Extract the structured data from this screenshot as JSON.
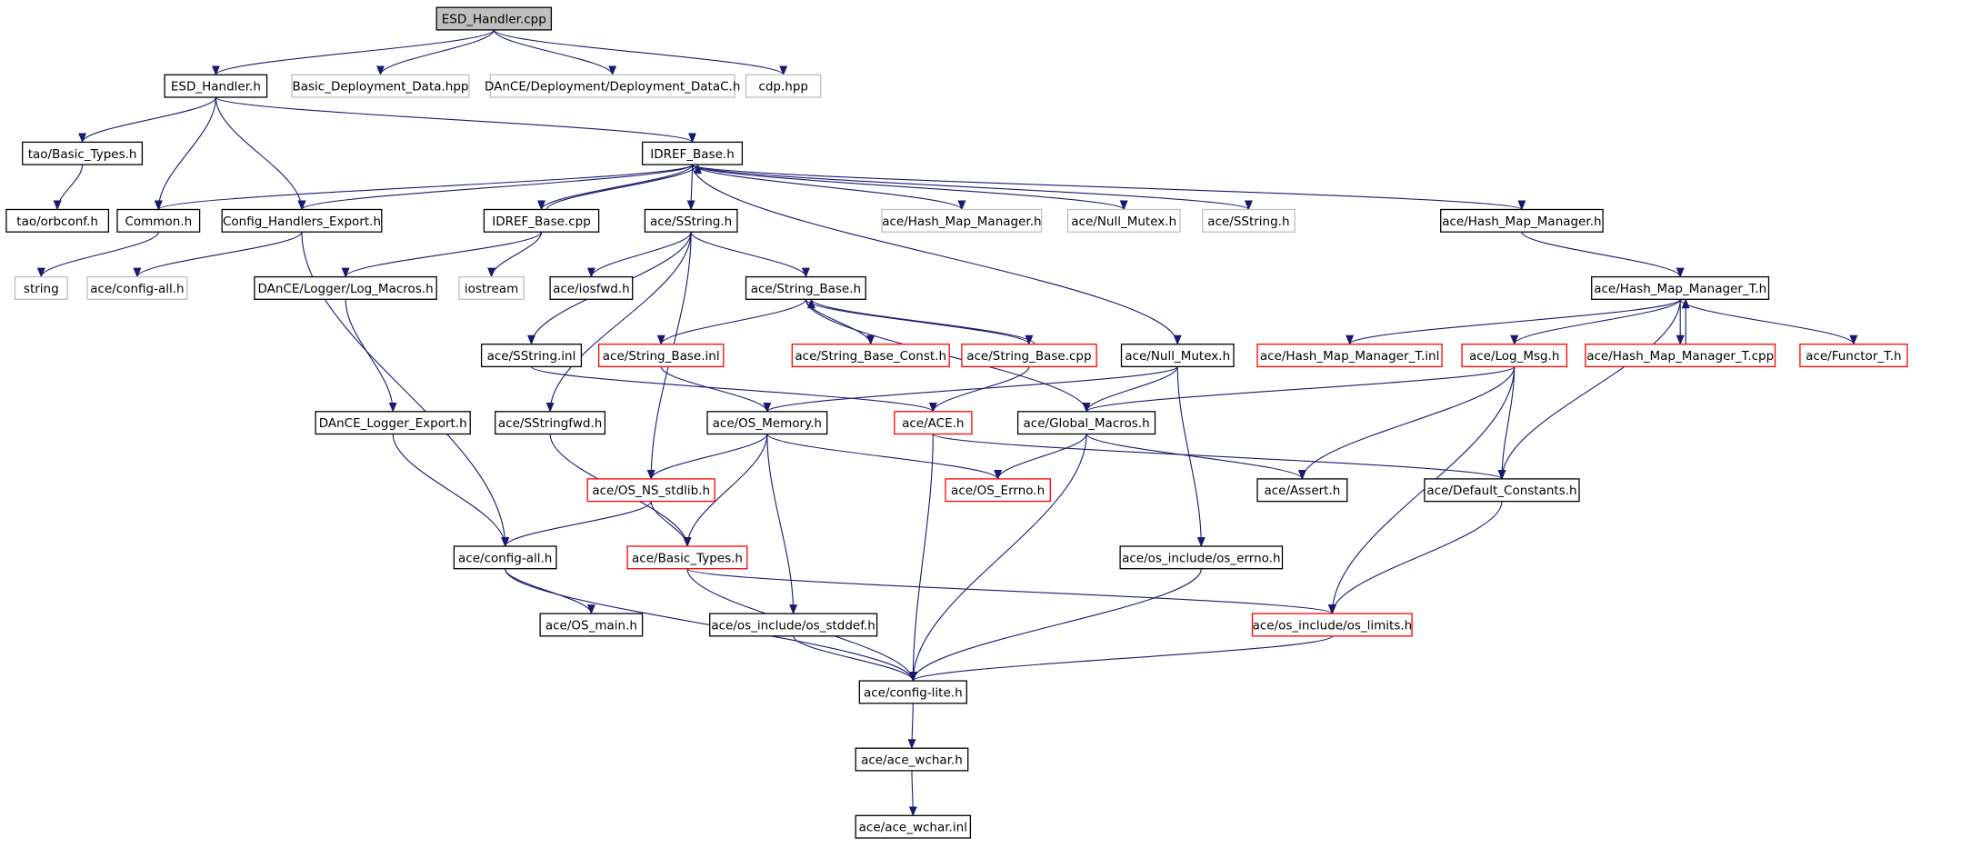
{
  "colors": {
    "edge": "#191970",
    "documented_border": "#000000",
    "undocumented_border": "#bfbfbf",
    "truncated_border": "#ff0000",
    "root_fill": "#bfbfbf",
    "background": "#ffffff"
  },
  "nodes": [
    {
      "id": "esd_cpp",
      "label": "ESD_Handler.cpp",
      "style": "root"
    },
    {
      "id": "esd_h",
      "label": "ESD_Handler.h",
      "style": "documented"
    },
    {
      "id": "basic_dep",
      "label": "Basic_Deployment_Data.hpp",
      "style": "undocumented"
    },
    {
      "id": "dance_depc",
      "label": "DAnCE/Deployment/Deployment_DataC.h",
      "style": "undocumented"
    },
    {
      "id": "cdp",
      "label": "cdp.hpp",
      "style": "undocumented"
    },
    {
      "id": "tao_basic",
      "label": "tao/Basic_Types.h",
      "style": "documented"
    },
    {
      "id": "idref_h",
      "label": "IDREF_Base.h",
      "style": "documented"
    },
    {
      "id": "tao_orb",
      "label": "tao/orbconf.h",
      "style": "documented"
    },
    {
      "id": "common",
      "label": "Common.h",
      "style": "documented"
    },
    {
      "id": "config_exp",
      "label": "Config_Handlers_Export.h",
      "style": "documented"
    },
    {
      "id": "idref_cpp",
      "label": "IDREF_Base.cpp",
      "style": "documented"
    },
    {
      "id": "sstring_h",
      "label": "ace/SString.h",
      "style": "documented"
    },
    {
      "id": "hmm_h_u",
      "label": "ace/Hash_Map_Manager.h",
      "style": "undocumented"
    },
    {
      "id": "null_mutex_u",
      "label": "ace/Null_Mutex.h",
      "style": "undocumented"
    },
    {
      "id": "sstring_u",
      "label": "ace/SString.h",
      "style": "undocumented"
    },
    {
      "id": "hmm_h",
      "label": "ace/Hash_Map_Manager.h",
      "style": "documented"
    },
    {
      "id": "string",
      "label": "string",
      "style": "undocumented"
    },
    {
      "id": "config_all_u",
      "label": "ace/config-all.h",
      "style": "undocumented"
    },
    {
      "id": "log_macros",
      "label": "DAnCE/Logger/Log_Macros.h",
      "style": "documented"
    },
    {
      "id": "iostream",
      "label": "iostream",
      "style": "undocumented"
    },
    {
      "id": "iosfwd",
      "label": "ace/iosfwd.h",
      "style": "documented"
    },
    {
      "id": "string_base_h",
      "label": "ace/String_Base.h",
      "style": "documented"
    },
    {
      "id": "hmm_t_h",
      "label": "ace/Hash_Map_Manager_T.h",
      "style": "documented"
    },
    {
      "id": "sstring_inl",
      "label": "ace/SString.inl",
      "style": "documented"
    },
    {
      "id": "string_base_inl",
      "label": "ace/String_Base.inl",
      "style": "truncated"
    },
    {
      "id": "string_base_const",
      "label": "ace/String_Base_Const.h",
      "style": "truncated"
    },
    {
      "id": "string_base_cpp",
      "label": "ace/String_Base.cpp",
      "style": "truncated"
    },
    {
      "id": "null_mutex",
      "label": "ace/Null_Mutex.h",
      "style": "documented"
    },
    {
      "id": "hmm_t_inl",
      "label": "ace/Hash_Map_Manager_T.inl",
      "style": "truncated"
    },
    {
      "id": "log_msg",
      "label": "ace/Log_Msg.h",
      "style": "truncated"
    },
    {
      "id": "hmm_t_cpp",
      "label": "ace/Hash_Map_Manager_T.cpp",
      "style": "truncated"
    },
    {
      "id": "functor_t",
      "label": "ace/Functor_T.h",
      "style": "truncated"
    },
    {
      "id": "dance_logger",
      "label": "DAnCE_Logger_Export.h",
      "style": "documented"
    },
    {
      "id": "sstringfwd",
      "label": "ace/SStringfwd.h",
      "style": "documented"
    },
    {
      "id": "os_memory",
      "label": "ace/OS_Memory.h",
      "style": "documented"
    },
    {
      "id": "ace_h",
      "label": "ace/ACE.h",
      "style": "truncated"
    },
    {
      "id": "global_macros",
      "label": "ace/Global_Macros.h",
      "style": "documented"
    },
    {
      "id": "os_ns_stdlib",
      "label": "ace/OS_NS_stdlib.h",
      "style": "truncated"
    },
    {
      "id": "os_errno",
      "label": "ace/OS_Errno.h",
      "style": "truncated"
    },
    {
      "id": "assert",
      "label": "ace/Assert.h",
      "style": "documented"
    },
    {
      "id": "default_const",
      "label": "ace/Default_Constants.h",
      "style": "documented"
    },
    {
      "id": "config_all",
      "label": "ace/config-all.h",
      "style": "documented"
    },
    {
      "id": "basic_types",
      "label": "ace/Basic_Types.h",
      "style": "truncated"
    },
    {
      "id": "os_inc_errno",
      "label": "ace/os_include/os_errno.h",
      "style": "documented"
    },
    {
      "id": "os_main",
      "label": "ace/OS_main.h",
      "style": "documented"
    },
    {
      "id": "os_stddef",
      "label": "ace/os_include/os_stddef.h",
      "style": "documented"
    },
    {
      "id": "os_limits",
      "label": "ace/os_include/os_limits.h",
      "style": "truncated"
    },
    {
      "id": "config_lite",
      "label": "ace/config-lite.h",
      "style": "documented"
    },
    {
      "id": "ace_wchar_h",
      "label": "ace/ace_wchar.h",
      "style": "documented"
    },
    {
      "id": "ace_wchar_inl",
      "label": "ace/ace_wchar.inl",
      "style": "documented"
    }
  ],
  "edges": [
    [
      "esd_cpp",
      "esd_h"
    ],
    [
      "esd_cpp",
      "basic_dep"
    ],
    [
      "esd_cpp",
      "dance_depc"
    ],
    [
      "esd_cpp",
      "cdp"
    ],
    [
      "esd_h",
      "tao_basic"
    ],
    [
      "esd_h",
      "idref_h"
    ],
    [
      "esd_h",
      "common"
    ],
    [
      "esd_h",
      "config_exp"
    ],
    [
      "tao_basic",
      "tao_orb"
    ],
    [
      "idref_h",
      "common"
    ],
    [
      "idref_h",
      "config_exp"
    ],
    [
      "idref_h",
      "idref_cpp"
    ],
    [
      "idref_h",
      "sstring_h"
    ],
    [
      "idref_h",
      "hmm_h_u"
    ],
    [
      "idref_h",
      "null_mutex_u"
    ],
    [
      "idref_h",
      "sstring_u"
    ],
    [
      "idref_h",
      "hmm_h"
    ],
    [
      "idref_h",
      "null_mutex"
    ],
    [
      "idref_cpp",
      "idref_h"
    ],
    [
      "idref_cpp",
      "log_macros"
    ],
    [
      "idref_cpp",
      "iostream"
    ],
    [
      "common",
      "string"
    ],
    [
      "config_exp",
      "config_all_u"
    ],
    [
      "config_exp",
      "config_all"
    ],
    [
      "log_macros",
      "dance_logger"
    ],
    [
      "dance_logger",
      "config_all"
    ],
    [
      "sstring_h",
      "iosfwd"
    ],
    [
      "sstring_h",
      "string_base_h"
    ],
    [
      "sstring_h",
      "sstring_inl"
    ],
    [
      "sstring_h",
      "sstringfwd"
    ],
    [
      "sstring_h",
      "os_ns_stdlib"
    ],
    [
      "string_base_h",
      "string_base_inl"
    ],
    [
      "string_base_h",
      "string_base_const"
    ],
    [
      "string_base_h",
      "string_base_cpp"
    ],
    [
      "string_base_h",
      "global_macros"
    ],
    [
      "string_base_cpp",
      "string_base_h"
    ],
    [
      "string_base_cpp",
      "ace_h"
    ],
    [
      "string_base_inl",
      "os_memory"
    ],
    [
      "sstring_inl",
      "ace_h"
    ],
    [
      "null_mutex",
      "os_memory"
    ],
    [
      "null_mutex",
      "global_macros"
    ],
    [
      "null_mutex",
      "os_inc_errno"
    ],
    [
      "hmm_h",
      "hmm_t_h"
    ],
    [
      "hmm_t_h",
      "hmm_t_inl"
    ],
    [
      "hmm_t_h",
      "log_msg"
    ],
    [
      "hmm_t_h",
      "hmm_t_cpp"
    ],
    [
      "hmm_t_h",
      "functor_t"
    ],
    [
      "hmm_t_h",
      "default_const"
    ],
    [
      "hmm_t_cpp",
      "hmm_t_h"
    ],
    [
      "log_msg",
      "global_macros"
    ],
    [
      "log_msg",
      "assert"
    ],
    [
      "log_msg",
      "default_const"
    ],
    [
      "log_msg",
      "os_limits"
    ],
    [
      "sstringfwd",
      "basic_types"
    ],
    [
      "os_memory",
      "os_ns_stdlib"
    ],
    [
      "os_memory",
      "os_errno"
    ],
    [
      "os_memory",
      "basic_types"
    ],
    [
      "os_memory",
      "os_stddef"
    ],
    [
      "ace_h",
      "default_const"
    ],
    [
      "ace_h",
      "config_lite"
    ],
    [
      "global_macros",
      "os_errno"
    ],
    [
      "global_macros",
      "assert"
    ],
    [
      "global_macros",
      "config_lite"
    ],
    [
      "os_ns_stdlib",
      "config_all"
    ],
    [
      "os_ns_stdlib",
      "basic_types"
    ],
    [
      "default_const",
      "os_limits"
    ],
    [
      "config_all",
      "os_main"
    ],
    [
      "config_all",
      "config_lite"
    ],
    [
      "basic_types",
      "os_limits"
    ],
    [
      "basic_types",
      "config_lite"
    ],
    [
      "os_inc_errno",
      "config_lite"
    ],
    [
      "os_stddef",
      "config_lite"
    ],
    [
      "os_limits",
      "config_lite"
    ],
    [
      "config_lite",
      "ace_wchar_h"
    ],
    [
      "ace_wchar_h",
      "ace_wchar_inl"
    ]
  ]
}
